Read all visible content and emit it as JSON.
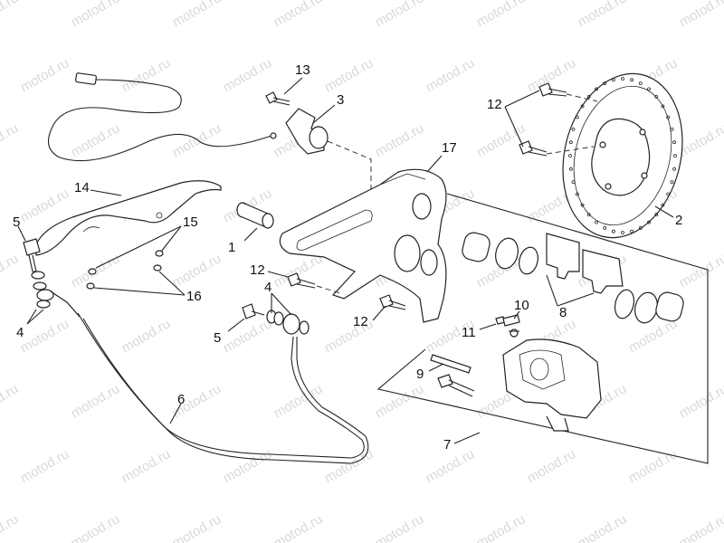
{
  "watermark": {
    "text": "motod.ru"
  },
  "callouts": [
    {
      "id": "c13",
      "text": "13"
    },
    {
      "id": "c3",
      "text": "3"
    },
    {
      "id": "c12a",
      "text": "12"
    },
    {
      "id": "c17",
      "text": "17"
    },
    {
      "id": "c14",
      "text": "14"
    },
    {
      "id": "c5a",
      "text": "5"
    },
    {
      "id": "c15",
      "text": "15"
    },
    {
      "id": "c1",
      "text": "1"
    },
    {
      "id": "c2",
      "text": "2"
    },
    {
      "id": "c12b",
      "text": "12"
    },
    {
      "id": "c4a",
      "text": "4"
    },
    {
      "id": "c16",
      "text": "16"
    },
    {
      "id": "c4b",
      "text": "4"
    },
    {
      "id": "c8",
      "text": "8"
    },
    {
      "id": "c10",
      "text": "10"
    },
    {
      "id": "c5b",
      "text": "5"
    },
    {
      "id": "c12c",
      "text": "12"
    },
    {
      "id": "c11",
      "text": "11"
    },
    {
      "id": "c9",
      "text": "9"
    },
    {
      "id": "c6",
      "text": "6"
    },
    {
      "id": "c7",
      "text": "7"
    }
  ]
}
